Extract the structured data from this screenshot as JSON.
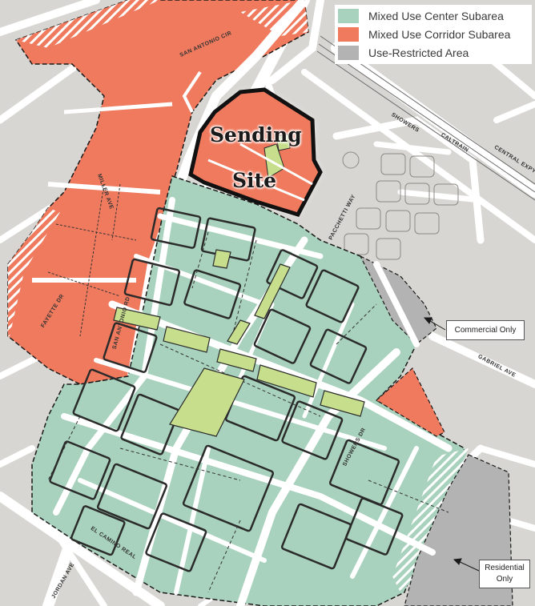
{
  "legend": {
    "items": [
      {
        "label": "Mixed Use Center Subarea",
        "color": "#a8d2bd"
      },
      {
        "label": "Mixed Use Corridor Subarea",
        "color": "#f07a5e"
      },
      {
        "label": "Use-Restricted Area",
        "color": "#b3b3b3"
      }
    ]
  },
  "site_label": {
    "line1": "Sending",
    "line2": "Site"
  },
  "callouts": {
    "commercial": "Commercial Only",
    "residential_line1": "Residential",
    "residential_line2": "Only"
  },
  "streets": {
    "san_antonio_cir": "SAN ANTONIO CIR",
    "miller_ave": "MILLER AVE",
    "pacchetti_way": "PACCHETTI WAY",
    "showers_dr_top": "SHOWERS",
    "showers_dr": "SHOWERS DR",
    "caltrain": "CALTRAIN",
    "central_expy": "CENTRAL EXPY",
    "gabriel_ave": "GABRIEL AVE",
    "el_camino_real": "EL CAMINO REAL",
    "san_antonio_rd": "SAN ANTONIO RD",
    "fayette_dr": "FAYETTE DR",
    "jordan_ave": "JORDAN AVE"
  },
  "colors": {
    "road": "#ffffff",
    "block": "#d8d6d2",
    "center": "#a8d2bd",
    "corridor": "#f07a5e",
    "restricted": "#b3b3b3",
    "park": "#c7df8c",
    "outline": "#1a1a1a"
  }
}
